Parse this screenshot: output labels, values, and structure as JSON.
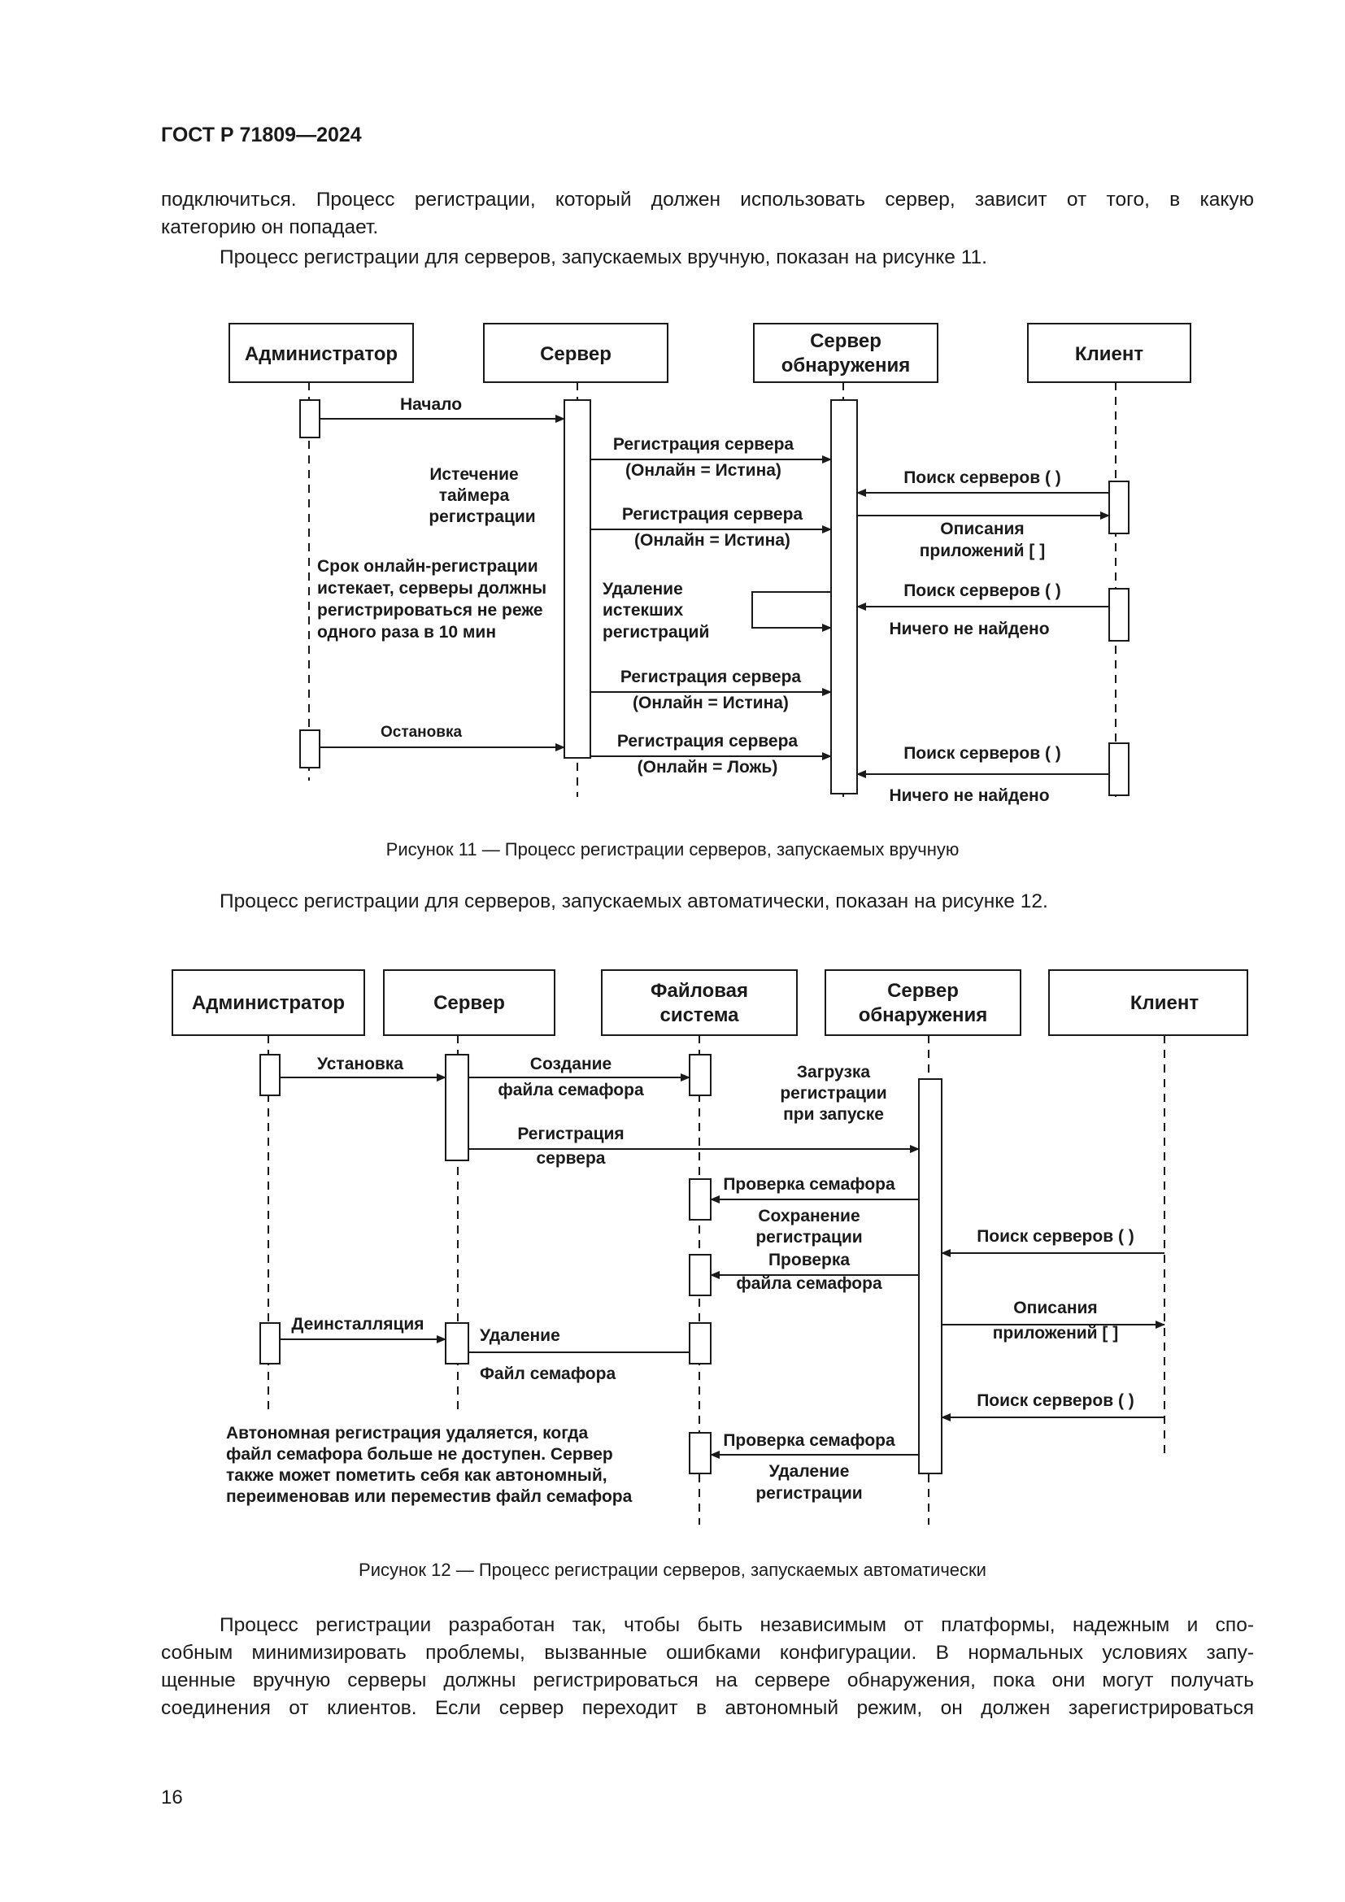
{
  "header": {
    "doc_code": "ГОСТ Р 71809—2024"
  },
  "paragraphs": {
    "p1_line1": "подключиться. Процесс регистрации, который должен использовать сервер, зависит от того, в какую",
    "p1_line2": "категорию он попадает.",
    "p2": "Процесс регистрации для серверов, запускаемых вручную, показан на рисунке 11.",
    "p3": "Процесс регистрации для серверов, запускаемых автоматически, показан на рисунке 12.",
    "p4_line1": "Процесс регистрации разработан так, чтобы быть независимым от платформы, надежным и спо-",
    "p4_line2": "собным минимизировать проблемы, вызванные ошибками конфигурации. В нормальных условиях запу-",
    "p4_line3": "щенные вручную серверы должны регистрироваться на сервере обнаружения, пока они могут получать",
    "p4_line4": "соединения от клиентов. Если сервер переходит в автономный режим, он должен зарегистрироваться"
  },
  "figure11": {
    "caption": "Рисунок 11 — Процесс регистрации серверов, запускаемых вручную",
    "actors": {
      "admin": "Администратор",
      "server": "Сервер",
      "discovery_1": "Сервер",
      "discovery_2": "обнаружения",
      "client": "Клиент"
    },
    "messages": {
      "start": "Начало",
      "reg1_a": "Регистрация сервера",
      "reg1_b": "(Онлайн = Истина)",
      "timer_1": "Истечение",
      "timer_2": "таймера",
      "timer_3": "регистрации",
      "find1": "Поиск серверов ( )",
      "reg2_a": "Регистрация сервера",
      "reg2_b": "(Онлайн = Истина)",
      "desc_1": "Описания",
      "desc_2": "приложений [  ]",
      "note_1": "Срок онлайн-регистрации",
      "note_2": "истекает, серверы должны",
      "note_3": "регистрироваться не реже",
      "note_4": "одного раза в 10 мин",
      "del_1": "Удаление",
      "del_2": "истекших",
      "del_3": "регистраций",
      "find2": "Поиск серверов ( )",
      "nothing1": "Ничего не найдено",
      "reg3_a": "Регистрация сервера",
      "reg3_b": "(Онлайн = Истина)",
      "stop": "Остановка",
      "reg4_a": "Регистрация сервера",
      "reg4_b": "(Онлайн = Ложь)",
      "find3": "Поиск серверов ( )",
      "nothing2": "Ничего не найдено"
    }
  },
  "figure12": {
    "caption": "Рисунок 12 — Процесс регистрации серверов, запускаемых автоматически",
    "actors": {
      "admin": "Администратор",
      "server": "Сервер",
      "fs_1": "Файловая",
      "fs_2": "система",
      "discovery_1": "Сервер",
      "discovery_2": "обнаружения",
      "client": "Клиент"
    },
    "messages": {
      "install": "Установка",
      "create_1": "Создание",
      "create_2": "файла семафора",
      "load_1": "Загрузка",
      "load_2": "регистрации",
      "load_3": "при запуске",
      "reg_1": "Регистрация",
      "reg_2": "сервера",
      "check1": "Проверка семафора",
      "save_1": "Сохранение",
      "save_2": "регистрации",
      "find1": "Поиск серверов ( )",
      "check2_1": "Проверка",
      "check2_2": "файла семафора",
      "uninstall": "Деинсталляция",
      "delete": "Удаление",
      "semfile": "Файл семафора",
      "desc_1": "Описания",
      "desc_2": "приложений [ ]",
      "find2": "Поиск серверов ( )",
      "note_1": "Автономная регистрация удаляется, когда",
      "note_2": "файл семафора больше не доступен. Сервер",
      "note_3": "также может пометить себя как автономный,",
      "note_4": "переименовав или переместив файл семафора",
      "check3": "Проверка семафора",
      "delreg_1": "Удаление",
      "delreg_2": "регистрации"
    }
  },
  "footer": {
    "page_number": "16"
  }
}
